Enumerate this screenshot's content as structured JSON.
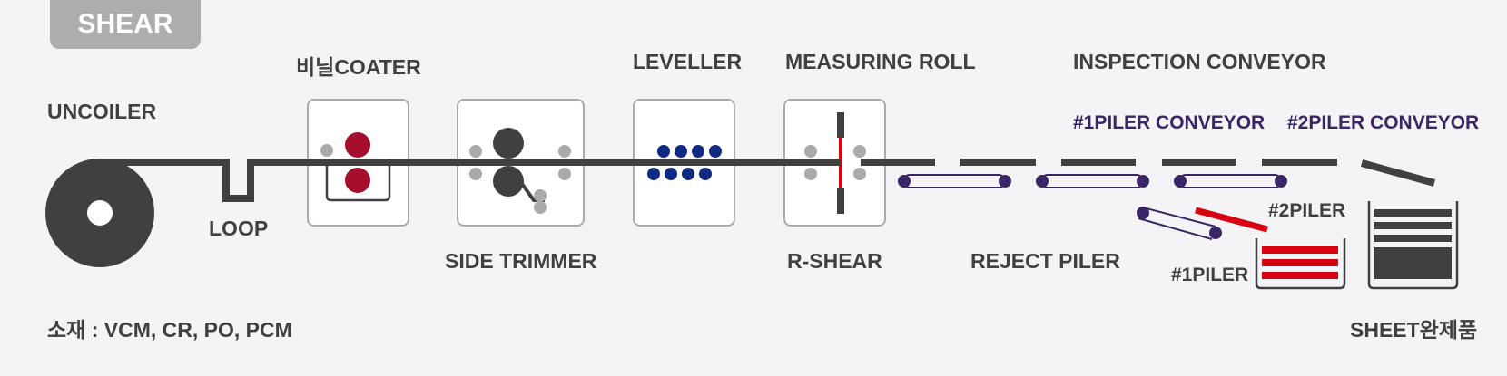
{
  "title": "SHEAR",
  "labels": {
    "uncoiler": "UNCOILER",
    "loop": "LOOP",
    "coater": "비닐COATER",
    "side_trimmer": "SIDE TRIMMER",
    "leveller": "LEVELLER",
    "measuring_roll": "MEASURING ROLL",
    "r_shear": "R-SHEAR",
    "inspection_conveyor": "INSPECTION CONVEYOR",
    "piler1_conveyor": "#1PILER CONVEYOR",
    "piler2_conveyor": "#2PILER CONVEYOR",
    "reject_piler": "REJECT PILER",
    "piler1": "#1PILER",
    "piler2": "#2PILER",
    "product": "SHEET완제품"
  },
  "material_note": "소재 : VCM, CR, PO, PCM",
  "colors": {
    "strip": "#404040",
    "roll_gray": "#aaaaaa",
    "coater_red": "#a50e2d",
    "leveller_blue": "#0f2a83",
    "conveyor_purple": "#3a2566",
    "cut_red": "#d9000f",
    "box_border": "#aaaaaa"
  }
}
